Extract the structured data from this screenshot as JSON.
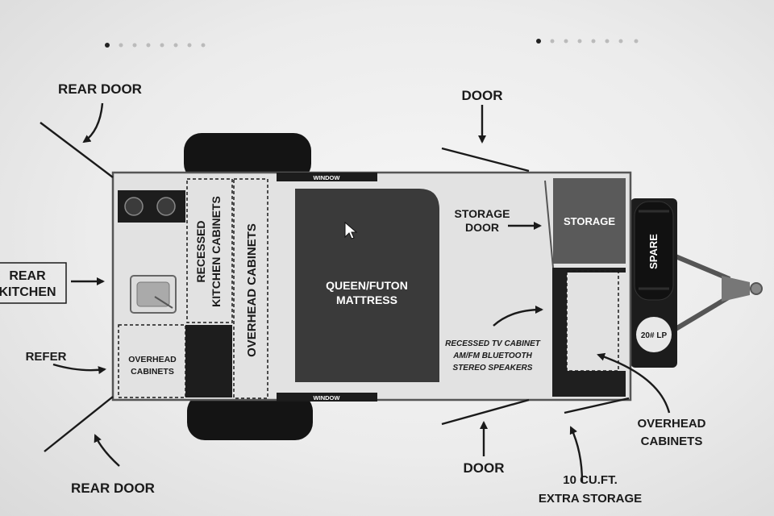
{
  "labels": {
    "rear_door_top": "REAR DOOR",
    "rear_door_bottom": "REAR DOOR",
    "door_top": "DOOR",
    "door_bottom": "DOOR",
    "rear_kitchen_line1": "REAR",
    "rear_kitchen_line2": "KITCHEN",
    "refer": "REFER",
    "overhead_cabinets_left_line1": "OVERHEAD",
    "overhead_cabinets_left_line2": "CABINETS",
    "recessed_kitchen_line1": "RECESSED",
    "recessed_kitchen_line2": "KITCHEN CABINETS",
    "overhead_cabinets_vertical": "OVERHEAD CABINETS",
    "window_top": "WINDOW",
    "window_bottom": "WINDOW",
    "mattress_line1": "QUEEN/FUTON",
    "mattress_line2": "MATTRESS",
    "storage_door_line1": "STORAGE",
    "storage_door_line2": "DOOR",
    "storage": "STORAGE",
    "tv_line1": "RECESSED TV CABINET",
    "tv_line2": "AM/FM BLUETOOTH",
    "tv_line3": "STEREO SPEAKERS",
    "spare": "SPARE",
    "lp": "20# LP",
    "overhead_cabinets_right_line1": "OVERHEAD",
    "overhead_cabinets_right_line2": "CABINETS",
    "extra_storage_line1": "10 CU.FT.",
    "extra_storage_line2": "EXTRA STORAGE"
  },
  "colors": {
    "floor": "#e2e2e2",
    "dark_fixture": "#3a3a3a",
    "tire": "#141414",
    "outline": "#1a1a1a"
  }
}
